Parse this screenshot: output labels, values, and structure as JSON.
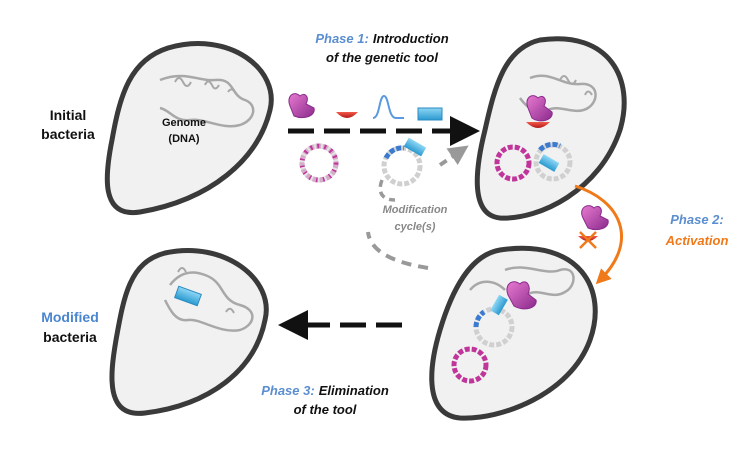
{
  "labels": {
    "initial_line1": "Initial",
    "initial_line2": "bacteria",
    "genome_line1": "Genome",
    "genome_line2": "(DNA)",
    "phase1_prefix": "Phase 1:",
    "phase1_line1": "Introduction",
    "phase1_line2": "of the genetic tool",
    "cycle_line1": "Modification",
    "cycle_line2": "cycle(s)",
    "phase2_line1": "Phase 2:",
    "phase2_line2": "Activation",
    "phase3_prefix": "Phase 3:",
    "phase3_line1": "Elimination",
    "phase3_line2": "of the tool",
    "modified_line1": "Modified",
    "modified_line2": "bacteria"
  },
  "colors": {
    "blue_label": "#5b8ed0",
    "orange": "#f07a1a",
    "magenta": "#c0359a",
    "red": "#d42a2a",
    "cyan": "#3aa8d8",
    "outline": "#444444",
    "dna": "#a0a0a0"
  },
  "icons": [
    "bacterium-cell",
    "dna-strand",
    "protein-effector",
    "guide-rna",
    "plasmid-ring",
    "dna-template",
    "arrow",
    "x-mark"
  ]
}
